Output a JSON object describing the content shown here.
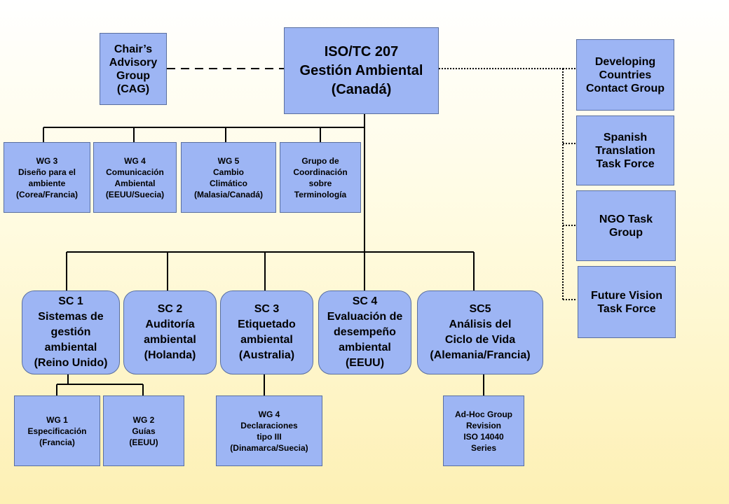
{
  "colors": {
    "box_fill": "#9db5f4",
    "box_border": "#5a6f9f",
    "connector": "#000000"
  },
  "nodes": {
    "tc207": "ISO/TC 207\nGestión Ambiental\n(Canadá)",
    "cag": "Chair’s\nAdvisory\nGroup\n(CAG)",
    "dccg": "Developing\nCountries\nContact Group",
    "sttf": "Spanish\nTranslation\nTask Force",
    "ngo": "NGO Task\nGroup",
    "fvtf": "Future Vision\nTask Force",
    "wg3": "WG 3\nDiseño para el\nambiente\n(Corea/Francia)",
    "wg4c": "WG 4\nComunicación\nAmbiental\n(EEUU/Suecia)",
    "wg5": "WG 5\nCambio\nClimático\n(Malasia/Canadá)",
    "term": "Grupo de\nCoordinación\nsobre\nTerminología",
    "sc1": "SC 1\nSistemas de\ngestión\nambiental\n(Reino Unido)",
    "sc2": "SC 2\nAuditoría\nambiental\n(Holanda)",
    "sc3": "SC 3\nEtiquetado\nambiental\n(Australia)",
    "sc4": "SC 4\nEvaluación de\ndesempeño\nambiental\n(EEUU)",
    "sc5": "SC5\nAnálisis del\nCiclo de Vida\n(Alemania/Francia)",
    "wg1": "WG 1\nEspecificación\n(Francia)",
    "wg2": "WG 2\nGuías\n(EEUU)",
    "wg4d": "WG 4\nDeclaraciones\ntipo III\n(Dinamarca/Suecia)",
    "adhoc": "Ad-Hoc Group\nRevision\nISO 14040\nSeries"
  }
}
